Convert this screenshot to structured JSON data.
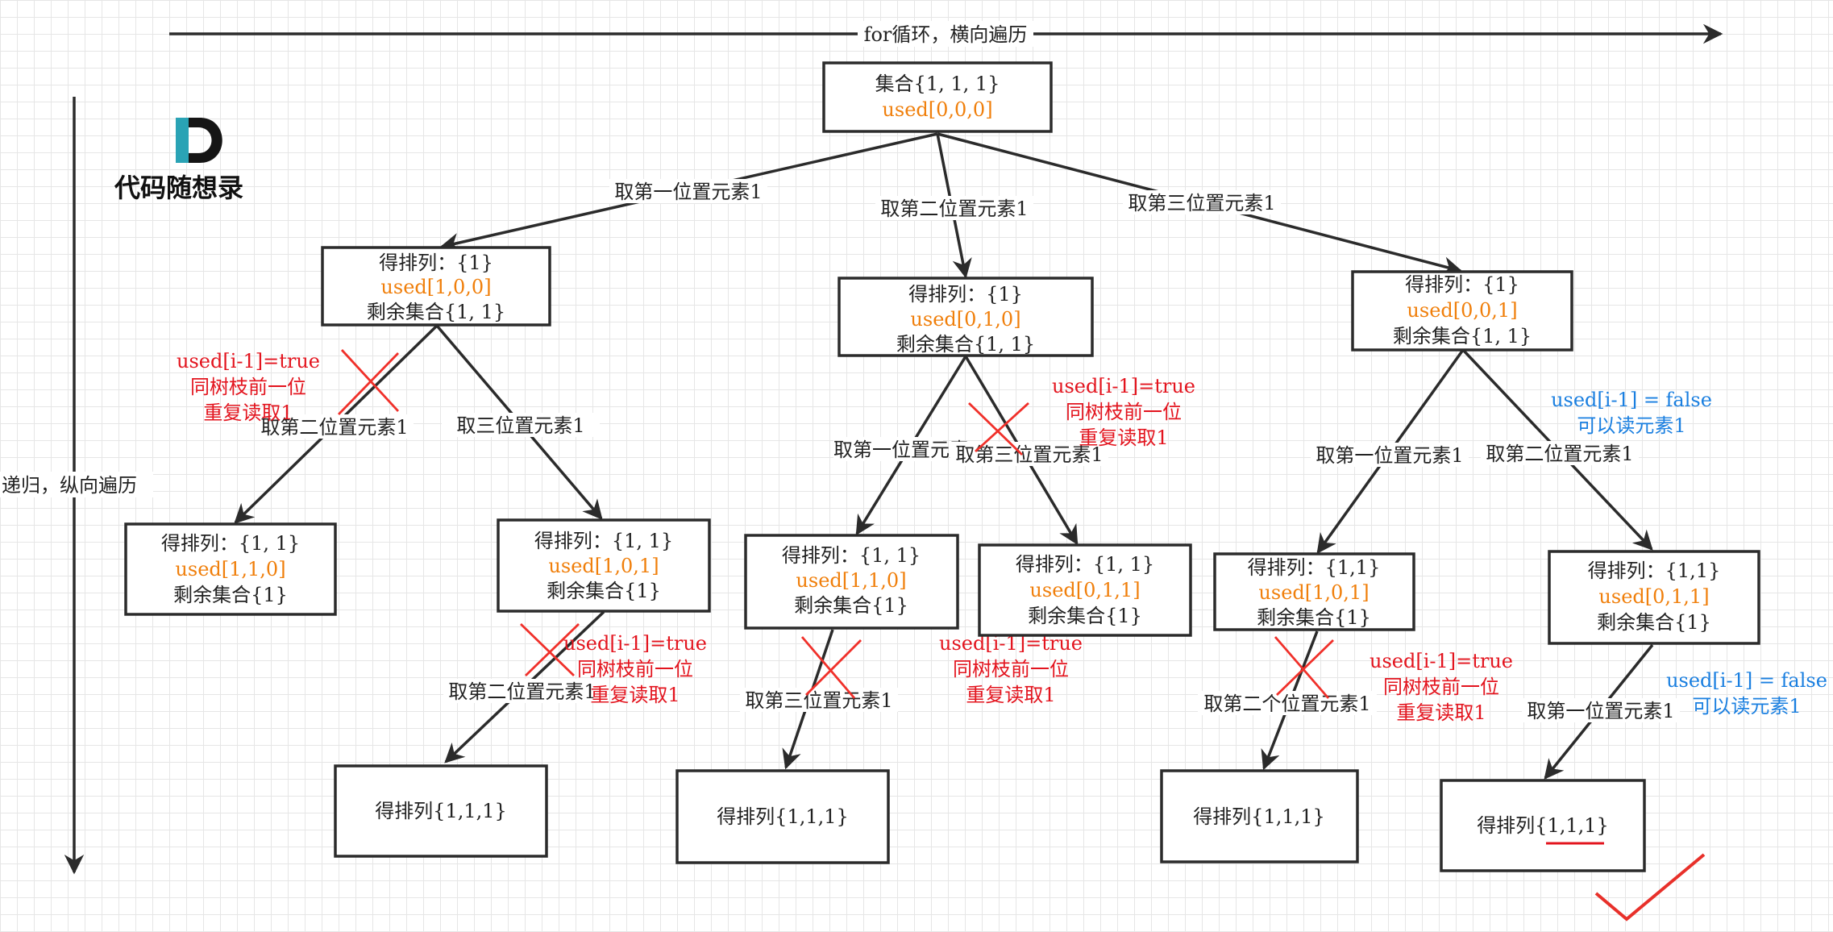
{
  "axes": {
    "horizontal": "for循环，横向遍历",
    "vertical": "递归，纵向遍历"
  },
  "logo": {
    "text": "代码随想录",
    "colors": {
      "accent": "#2aa3b5",
      "dark": "#151515"
    }
  },
  "colors": {
    "used": "#f07f0b",
    "conflict": "#e3141e",
    "allowed": "#1a7fe0",
    "cross": "#f0302a"
  },
  "nodes": {
    "root": {
      "lines": [
        "集合{1, 1, 1}",
        "used[0,0,0]"
      ]
    },
    "l1a": {
      "lines": [
        "得排列：{1}",
        "used[1,0,0]",
        "剩余集合{1, 1}"
      ]
    },
    "l1b": {
      "lines": [
        "得排列：{1}",
        "used[0,1,0]",
        "剩余集合{1, 1}"
      ]
    },
    "l1c": {
      "lines": [
        "得排列：{1}",
        "used[0,0,1]",
        "剩余集合{1, 1}"
      ]
    },
    "l2a": {
      "lines": [
        "得排列：{1, 1}",
        "used[1,1,0]",
        "剩余集合{1}"
      ]
    },
    "l2b": {
      "lines": [
        "得排列：{1, 1}",
        "used[1,0,1]",
        "剩余集合{1}"
      ]
    },
    "l2c": {
      "lines": [
        "得排列：{1, 1}",
        "used[1,1,0]",
        "剩余集合{1}"
      ]
    },
    "l2d": {
      "lines": [
        "得排列：{1, 1}",
        "used[0,1,1]",
        "剩余集合{1}"
      ]
    },
    "l2e": {
      "lines": [
        "得排列：{1,1}",
        "used[1,0,1]",
        "剩余集合{1}"
      ]
    },
    "l2f": {
      "lines": [
        "得排列：{1,1}",
        "used[0,1,1]",
        "剩余集合{1}"
      ]
    },
    "l3a": {
      "lines": [
        "得排列{1,1,1}"
      ]
    },
    "l3b": {
      "lines": [
        "得排列{1,1,1}"
      ]
    },
    "l3c": {
      "lines": [
        "得排列{1,1,1}"
      ]
    },
    "l3d": {
      "lines": [
        "得排列{1,1,1}"
      ]
    }
  },
  "edges": {
    "e1": "取第一位置元素1",
    "e2": "取第二位置元素1",
    "e3": "取第三位置元素1",
    "e4": "取第二位置元素1",
    "e5": "取三位置元素1",
    "e6": "取第一位置元素1",
    "e7": "取第三位置元素1",
    "e8": "取第一位置元素1",
    "e9": "取第二位置元素1",
    "e10": "取第二位置元素1",
    "e11": "取第三位置元素1",
    "e12": "取第二个位置元素1",
    "e13": "取第一位置元素1"
  },
  "notes": {
    "n1": [
      "used[i-1]=true",
      "同树枝前一位",
      "重复读取1"
    ],
    "n2": [
      "used[i-1]=true",
      "同树枝前一位",
      "重复读取1"
    ],
    "n3": [
      "used[i-1]=true",
      "同树枝前一位",
      "重复读取1"
    ],
    "n4": [
      "used[i-1]=true",
      "同树枝前一位",
      "重复读取1"
    ],
    "n5": [
      "used[i-1]=true",
      "同树枝前一位",
      "重复读取1"
    ],
    "n6": [
      "used[i-1] = false",
      "可以读元素1"
    ],
    "n7": [
      "used[i-1] = false",
      "可以读元素1"
    ]
  }
}
